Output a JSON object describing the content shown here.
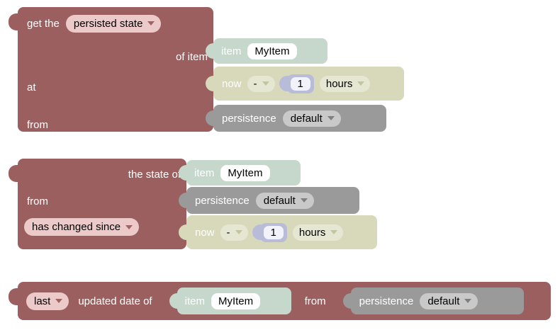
{
  "workspace": {
    "background": "#ffffff"
  },
  "colors": {
    "persistence_block": "#9c5f5f",
    "persistence_dropdown_bg": "#eccaca",
    "item_block": "#c6d8cc",
    "datetime_block": "#d7d9ba",
    "datetime_dropdown_bg": "#e6e7d2",
    "number_block": "#b9bcd8",
    "persistence_service_block": "#9a9a9a",
    "persistence_service_dropdown_bg": "#c9c9c9",
    "field_bg": "#fdfefd",
    "label_text": "#ffffff",
    "field_text": "#000000"
  },
  "blocks": {
    "b1": {
      "prefix_label": "get the",
      "type_dropdown": "persisted state",
      "item_row_label": "of item",
      "at_row_label": "at",
      "from_row_label": "from",
      "item": {
        "label": "item",
        "name": "MyItem"
      },
      "datetime": {
        "base": "now",
        "operator": "-",
        "value": "1",
        "unit": "hours"
      },
      "persistence": {
        "label": "persistence",
        "service": "default"
      }
    },
    "b2": {
      "state_row_label": "the state of",
      "from_row_label": "from",
      "check_dropdown": "has changed since",
      "item": {
        "label": "item",
        "name": "MyItem"
      },
      "persistence": {
        "label": "persistence",
        "service": "default"
      },
      "datetime": {
        "base": "now",
        "operator": "-",
        "value": "1",
        "unit": "hours"
      }
    },
    "b3": {
      "which_dropdown": "last",
      "main_label": "updated date of",
      "from_label": "from",
      "item": {
        "label": "item",
        "name": "MyItem"
      },
      "persistence": {
        "label": "persistence",
        "service": "default"
      }
    }
  }
}
